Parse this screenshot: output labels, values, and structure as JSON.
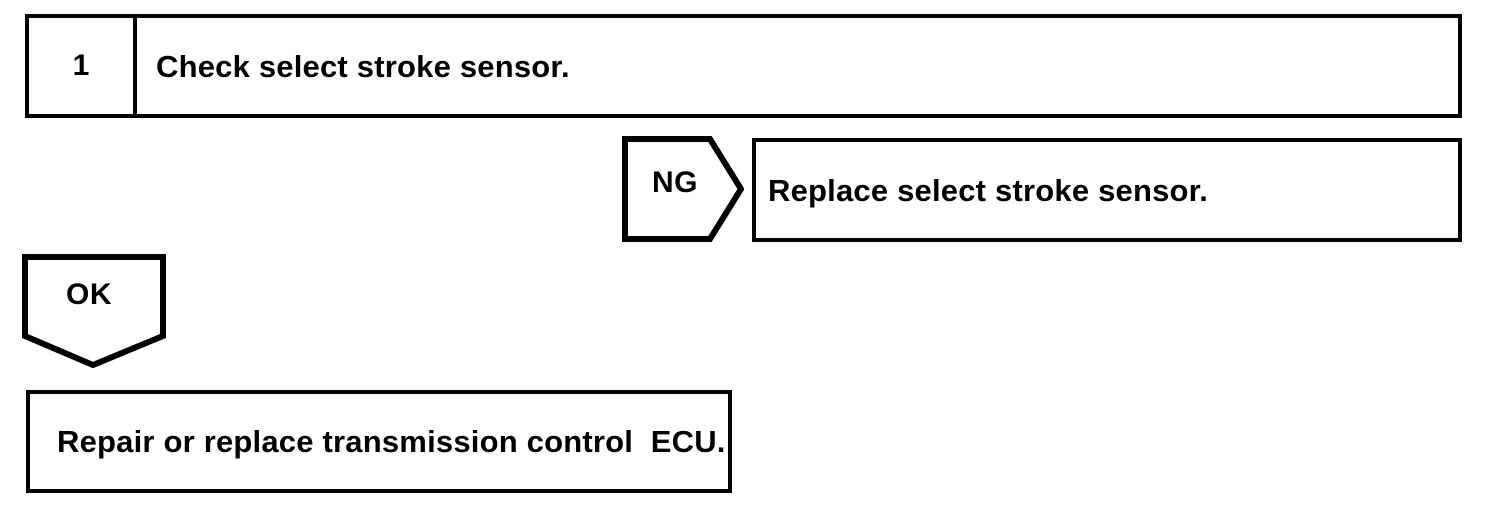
{
  "diagram": {
    "type": "troubleshooting-flowchart",
    "steps": [
      {
        "number": "1",
        "instruction": "Check select stroke sensor."
      }
    ],
    "branches": [
      {
        "label": "NG",
        "direction": "right",
        "result": "Replace select stroke sensor."
      },
      {
        "label": "OK",
        "direction": "down",
        "result": "Repair or replace transmission control  ECU."
      }
    ]
  },
  "colors": {
    "ink": "#000000",
    "paper": "#ffffff"
  }
}
